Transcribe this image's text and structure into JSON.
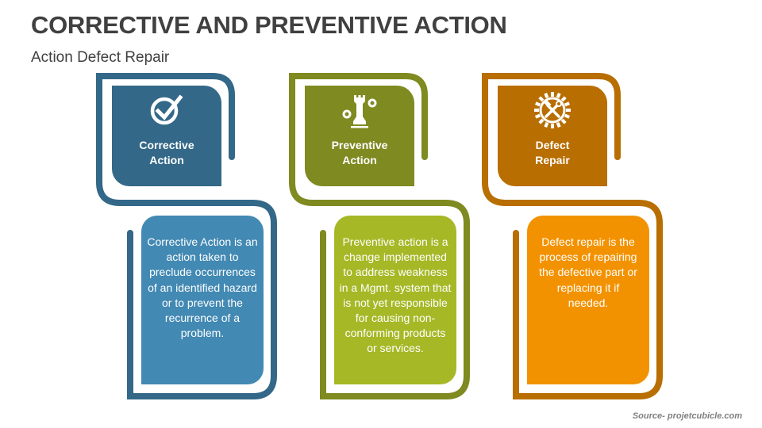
{
  "header": {
    "title": "CORRECTIVE AND PREVENTIVE ACTION",
    "subtitle": "Action Defect Repair"
  },
  "cards": [
    {
      "id": "corrective",
      "icon": "check-circle-icon",
      "title_line1": "Corrective",
      "title_line2": "Action",
      "description": "Corrective Action is an action taken to preclude occurrences of an identified hazard or to prevent the recurrence of a problem.",
      "colors": {
        "frame": "#336888",
        "head": "#336888",
        "body": "#4289B3"
      }
    },
    {
      "id": "preventive",
      "icon": "chess-rook-gears-icon",
      "title_line1": "Preventive",
      "title_line2": "Action",
      "description": "Preventive action is a change implemented to address weakness in a Mgmt. system that is not yet responsible for causing non-conforming products or services.",
      "colors": {
        "frame": "#7F8A21",
        "head": "#7F8A21",
        "body": "#A6B826"
      }
    },
    {
      "id": "defect-repair",
      "icon": "gear-wrench-hammer-icon",
      "title_line1": "Defect",
      "title_line2": "Repair",
      "description": "Defect repair is the process of repairing the defective part or replacing it if needed.",
      "colors": {
        "frame": "#B86E00",
        "head": "#B86E00",
        "body": "#F39200"
      }
    }
  ],
  "footer": {
    "source": "Source- projetcubicle.com"
  }
}
